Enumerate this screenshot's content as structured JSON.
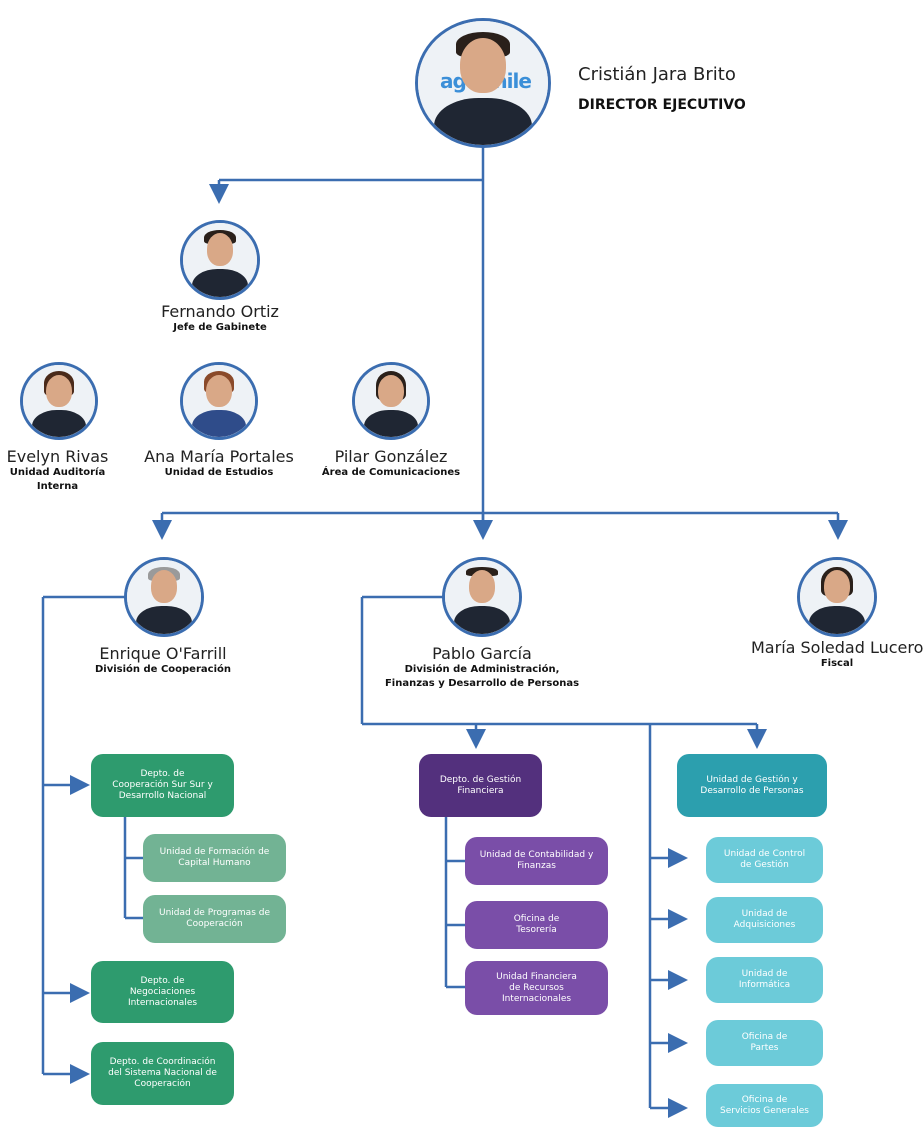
{
  "director": {
    "name": "Cristián Jara Brito",
    "title": "DIRECTOR EJECUTIVO",
    "badge_text": "agcichile"
  },
  "gabinete": {
    "name": "Fernando Ortiz",
    "title": "Jefe de Gabinete"
  },
  "staff": [
    {
      "name": "Evelyn Rivas",
      "title": "Unidad Auditoría\nInterna"
    },
    {
      "name": "Ana María Portales",
      "title": "Unidad de Estudios"
    },
    {
      "name": "Pilar González",
      "title": "Área de Comunicaciones"
    }
  ],
  "divisions": [
    {
      "name": "Enrique O'Farrill",
      "title": "División de Cooperación"
    },
    {
      "name": "Pablo García",
      "title": "División de Administración,\nFinanzas y Desarrollo de Personas"
    },
    {
      "name": "María Soledad Lucero",
      "title": "Fiscal"
    }
  ],
  "cooperacion_units": {
    "depto_sur_sur": "Depto.  de\nCooperación Sur Sur y\nDesarrollo Nacional",
    "formacion": "Unidad de Formación de\nCapital Humano",
    "programas": "Unidad de Programas de\nCooperación",
    "negociaciones": "Depto. de\nNegociaciones\nInternacionales",
    "coordinacion": "Depto. de Coordinación\ndel Sistema Nacional de\nCooperación"
  },
  "finanzas_units": {
    "depto_gestion": "Depto. de Gestión\nFinanciera",
    "contabilidad": "Unidad de Contabilidad y\nFinanzas",
    "tesoreria": "Oficina de\nTesorería",
    "recursos_int": "Unidad Financiera\nde Recursos\nInternacionales"
  },
  "personas_units": {
    "gestion_personas": "Unidad de Gestión y\nDesarrollo de Personas",
    "control": "Unidad de Control\nde Gestión",
    "adquisiciones": "Unidad de\nAdquisiciones",
    "informatica": "Unidad de\nInformática",
    "partes": "Oficina de\nPartes",
    "servicios": "Oficina de\nServicios Generales"
  },
  "colors": {
    "line": "#3b6db0",
    "green": "#2e9b6e",
    "light_green": "#72b394",
    "purple": "#53307d",
    "light_purple": "#7a4ea8",
    "teal": "#2c9fae",
    "light_teal": "#6ccbd9"
  }
}
